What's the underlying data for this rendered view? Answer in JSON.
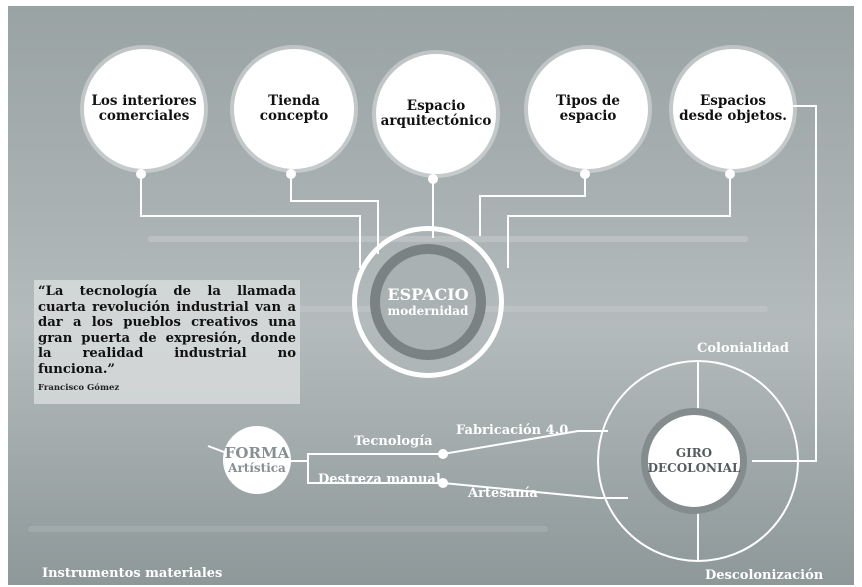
{
  "bubbles": [
    {
      "text": "Los interiores comerciales"
    },
    {
      "text": "Tienda concepto"
    },
    {
      "text": "Espacio arquitectónico"
    },
    {
      "text": "Tipos de espacio"
    },
    {
      "text": "Espacios desde objetos."
    }
  ],
  "center": {
    "title": "ESPACIO",
    "subtitle": "modernidad"
  },
  "quote": {
    "text": "“La tecnología de la llamada cuarta revolución industrial van a dar a los pueblos creativos una gran puerta de expresión, donde la realidad industrial no funciona.”",
    "author": "Francisco Gómez"
  },
  "giro": {
    "line1": "GIRO",
    "line2": "DECOLONIAL"
  },
  "forma": {
    "line1": "FORMA",
    "line2": "Artística"
  },
  "labels": {
    "colonialidad": "Colonialidad",
    "descolonizacion": "Descolonización",
    "tecnologia": "Tecnología",
    "fabricacion": "Fabricación 4.0",
    "destreza": "Destreza manual",
    "artesania": "Artesanía",
    "instrumentos": "Instrumentos materiales"
  }
}
